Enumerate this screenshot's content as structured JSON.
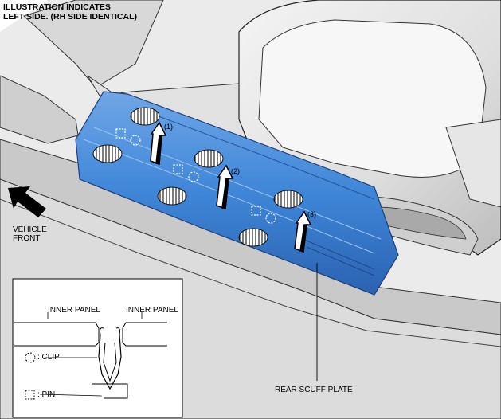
{
  "header": {
    "line1": "ILLUSTRATION INDICATES",
    "line2": "LEFT SIDE. (RH SIDE IDENTICAL)"
  },
  "direction": {
    "line1": "VEHICLE",
    "line2": "FRONT"
  },
  "callouts": {
    "c1": "(1)",
    "c2": "(2)",
    "c3": "(3)"
  },
  "part_label": "REAR SCUFF PLATE",
  "legend": {
    "inner_panel_left": "INNER PANEL",
    "inner_panel_right": "INNER PANEL",
    "clip": ": CLIP",
    "pin": ": PIN"
  },
  "colors": {
    "scuff_plate": "#3f86d8",
    "scuff_plate_dark": "#2a62b0",
    "body_gray": "#d2d2d2",
    "outline": "#222222"
  }
}
